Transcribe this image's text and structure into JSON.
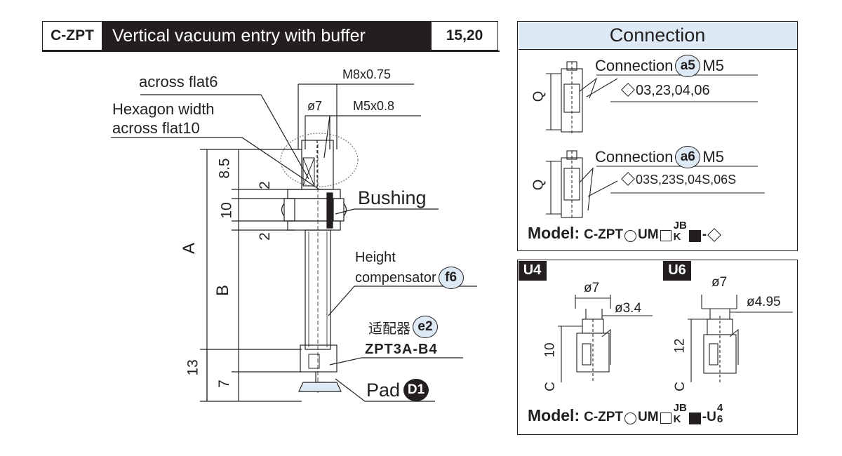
{
  "header": {
    "code": "C-ZPT",
    "title": "Vertical vacuum entry with buffer",
    "size": "15,20"
  },
  "main": {
    "labels": {
      "across_flat6": "across flat6",
      "hex_width_1": "Hexagon width",
      "hex_width_2": "across flat10",
      "thread_m8": "M8x0.75",
      "dia7": "ø7",
      "thread_m5": "M5x0.8",
      "bushing": "Bushing",
      "height_comp_1": "Height",
      "height_comp_2": "compensator",
      "height_comp_badge": "f6",
      "adapter": "适配器",
      "adapter_badge": "e2",
      "adapter_model": "ZPT3A-B4",
      "pad": "Pad",
      "pad_badge": "D1"
    },
    "dims": {
      "A": "A",
      "B": "B",
      "d85": "8.5",
      "d2a": "2",
      "d10": "10",
      "d2b": "2",
      "d13": "13",
      "d7": "7"
    }
  },
  "connection": {
    "title": "Connection",
    "a5": {
      "label": "Connection",
      "badge": "a5",
      "thread": "M5",
      "options": "03,23,04,06"
    },
    "a6": {
      "label": "Connection",
      "badge": "a6",
      "thread": "M5",
      "options": "03S,23S,04S,06S"
    },
    "q_label": "Q",
    "model": {
      "lead": "Model:",
      "code": "C-ZPT",
      "um": "UM",
      "jb": "JB",
      "k": "K",
      "dash": "-"
    }
  },
  "u_options": {
    "u4": {
      "tag": "U4",
      "dia_outer": "ø7",
      "dia_inner": "ø3.4",
      "height": "10",
      "c_label": "C"
    },
    "u6": {
      "tag": "U6",
      "dia_outer": "ø7",
      "dia_inner": "ø4.95",
      "height": "12",
      "c_label": "C"
    },
    "model": {
      "lead": "Model:",
      "code": "C-ZPT",
      "um": "UM",
      "jb": "JB",
      "k": "K",
      "suffix": "-U",
      "n4": "4",
      "n6": "6"
    }
  }
}
